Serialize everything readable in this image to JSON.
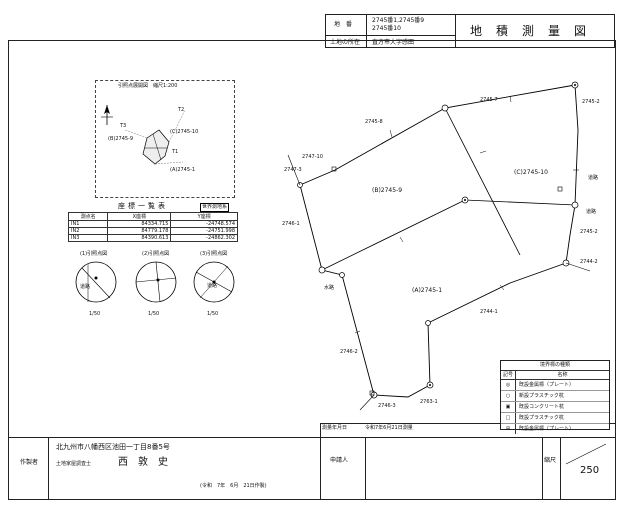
{
  "header": {
    "chiban_label": "地　番",
    "chiban_value_1": "2745番1,2745番9",
    "chiban_value_2": "2745番10",
    "title": "地積測量図",
    "location_label": "土地の所在",
    "location_value": "直方市大字感田"
  },
  "inset": {
    "title": "引照点展開図　縮尺1:200",
    "lots": [
      "(B)2745-9",
      "(C)2745-10",
      "(A)2745-1"
    ],
    "marks": [
      "T3",
      "T2",
      "T1"
    ]
  },
  "coords": {
    "title": "座標一覧表",
    "stamp": "世界測地系",
    "headers": [
      "測点名",
      "X座標",
      "Y座標"
    ],
    "rows": [
      [
        "IN1",
        "84334.715",
        "-24748.574"
      ],
      [
        "IN2",
        "84779.178",
        "-24751.998"
      ],
      [
        "IN3",
        "84390.613",
        "-24862.302"
      ]
    ]
  },
  "details": [
    {
      "title": "(1)引照点図",
      "label": "道路",
      "scale": "1/50"
    },
    {
      "title": "(2)引照点図",
      "label": "",
      "scale": "1/50"
    },
    {
      "title": "(3)引照点図",
      "label": "道路",
      "scale": "1/50"
    }
  ],
  "map_labels": {
    "lot_b": "(B)2745-9",
    "lot_c": "(C)2745-10",
    "lot_a": "(A)2745-1",
    "n_2745_8": "2745-8",
    "n_2745_7": "2745-7",
    "n_2745_2a": "2745-2",
    "n_2745_2b": "2745-2",
    "n_2744_2": "2744-2",
    "n_2744_1": "2744-1",
    "n_2747_10": "2747-10",
    "n_2747_3": "2747-3",
    "n_2746_1": "2746-1",
    "n_2746_2": "2746-2",
    "n_2746_3": "2746-3",
    "n_2763_1": "2763-1",
    "road_1": "道路",
    "road_2": "道路",
    "waterway": "水路"
  },
  "survey": {
    "date_label": "測量年月日",
    "date_value": "令和7年6月21日測量"
  },
  "legend": {
    "title": "境界標の種類",
    "col_no": "記号",
    "col_name": "名称",
    "items": [
      "既設金属標（プレート）",
      "新設プラスチック杭",
      "既設コンクリート杭",
      "既設プラスチック杭",
      "既設金属標（プレート）"
    ]
  },
  "footer": {
    "maker_label": "作製者",
    "address": "北九州市八幡西区池田一丁目8番5号",
    "surveyor_label": "土地家屋調査士",
    "surveyor_name": "西　敦　史",
    "date": "(令和　7年　6月　21日作製)",
    "applicant_label": "申請人",
    "scale_label": "縮尺",
    "scale_value": "250"
  }
}
